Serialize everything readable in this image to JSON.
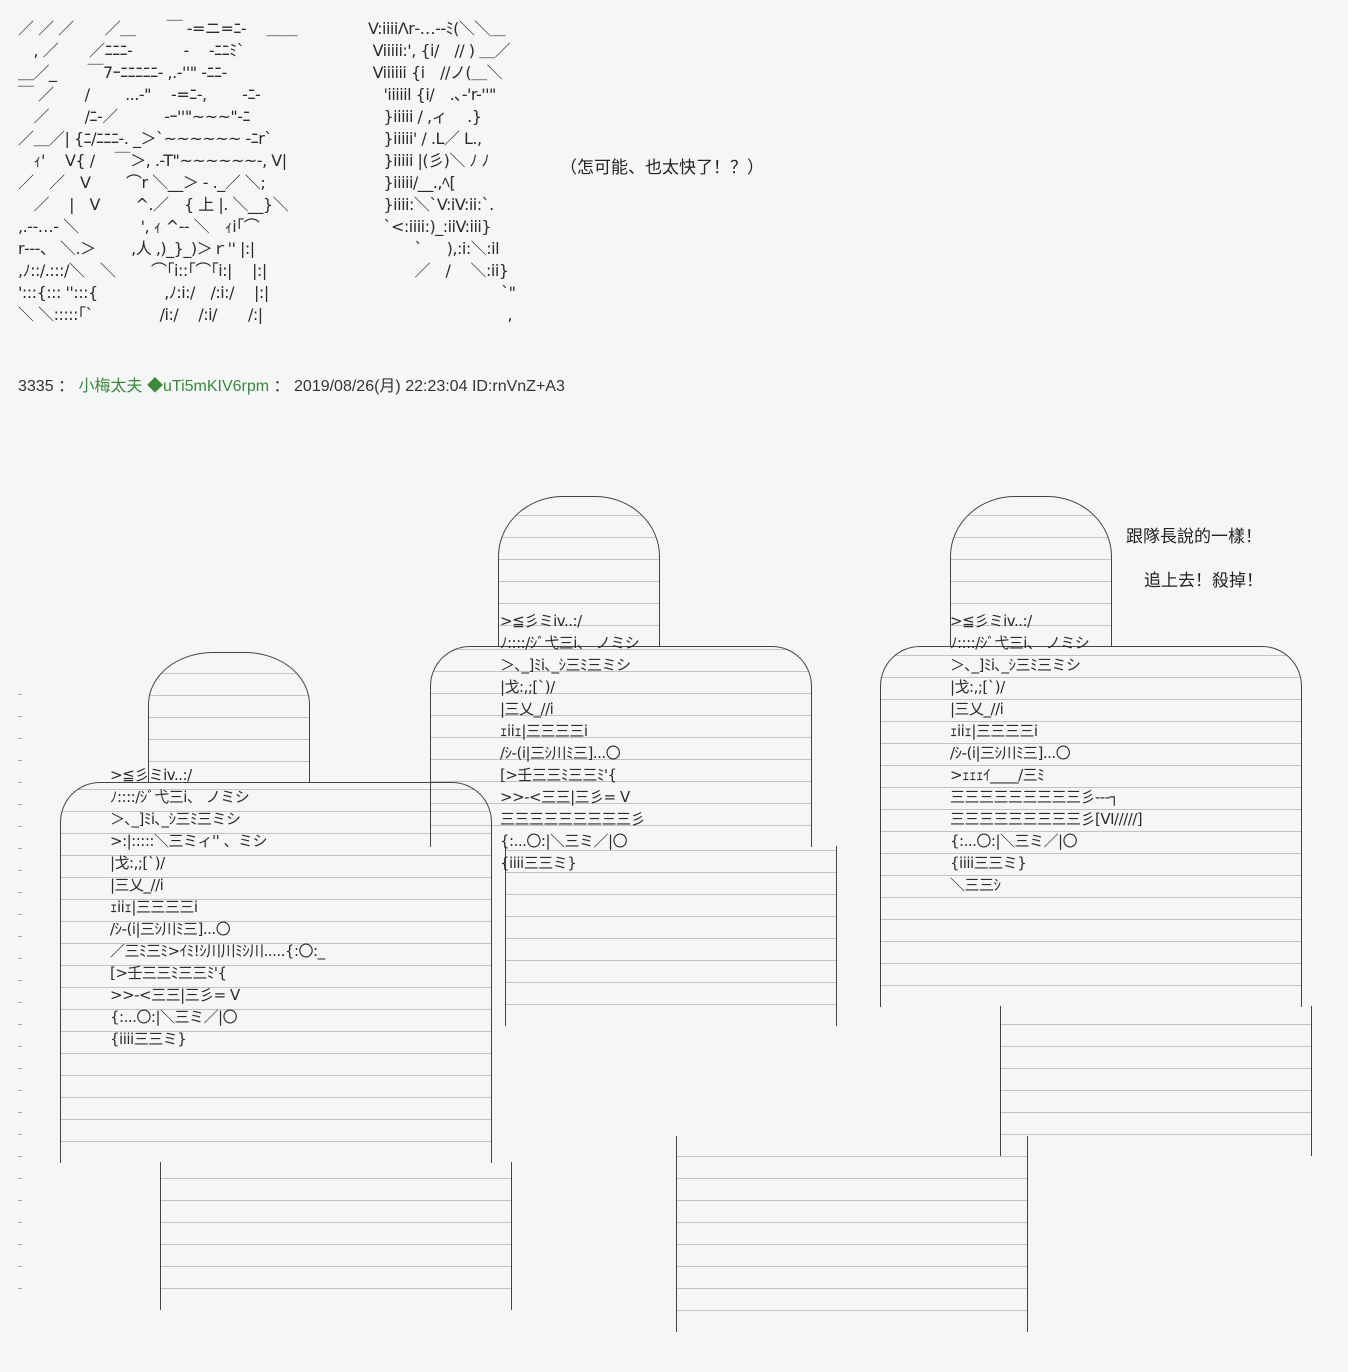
{
  "aa_top_left": [
    "／ ／ ／　　／＿　　￣ -=ニ=ﾆ-　 ＿＿",
    "　, ／　　／ﾆﾆﾆ-　　　 -　 -ﾆﾆﾐ`",
    "＿／_　　￣7ｰﾆﾆﾆﾆﾆ- ,.-''\" -ﾆﾆ-",
    "￣ ／　　/　　 ...-\"　 -=ﾆ-,　　 -ﾆ-",
    "　／　 　/ﾆ-／　　　-ｰ''\"~~~\"-ﾆ",
    "／＿／| {ﾆ/ﾆﾆﾆ-. _＞`~~~~~~ -ﾆr`",
    "　ｨ'　 V{ /　 ￣＞, .-T\"~~~~~~-, V|",
    "／　／　V　　 ⌒r ＼__＞ - ._／ ＼;",
    "　／　 |　V　　 ^.／　{ 上 |. ＼__}＼",
    ",.-‐…- ＼　　　　', ｨ ^-‐ ＼　ｨi｢⌒",
    "r‐‐-、 ＼.＞　　 ,人 ,)_}_)＞ｒ'' |:|",
    ",ﾉ::/.:::/＼　＼　　 ⌒｢i::｢⌒｢i:|　 |:|",
    "':::{::: '':::{　　　　 ,ﾉ:i:/　/:i:/　 |:|",
    "＼ ＼:::::｢`　　　　 /i:/　 /:i/　　/:|"
  ],
  "aa_top_right": [
    "V:iiiiΛr‐…‐-ﾐ(＼＼＿",
    " Viiiii:', {i/　// ) ＿／",
    " Viiiiii {i　//ノ(＿＼",
    "　'iiiiil {i/　.､-'r-''\"",
    "　}iiiii / ,ィ　 .}",
    "　}iiiii' / .L／ L.,",
    "　}iiiii |(彡)＼ ﾉ ﾉ",
    "　}iiiii/__.,ﾍ[",
    "　}iiii:＼`V:iV:ii:`.",
    "　`<:iiii:)_:iiV:iii}",
    "　　　` 　 ),:i:＼:il",
    "　　　／　/　 ＼:ii}",
    "　　　　　　　　  `\"",
    "　　　　　　　　　,"
  ],
  "speech_top": "（怎可能、也太快了！？）",
  "post": {
    "number": "3335",
    "colon1": "：",
    "name": "小梅太夫",
    "trip": "◆uTi5mKIV6rpm",
    "colon2": "：",
    "date": "2019/08/26(月) 22:23:04",
    "id": "ID:rnVnZ+A3"
  },
  "speech_right_1": "跟隊長說的一樣！",
  "speech_right_2": "追上去！殺掉！",
  "figures": [
    {
      "name": "figure-left",
      "label_lines": [
        ">≦彡ミiv..:/",
        "ﾉ::::/ｼﾞ弋三i、 ノミシ",
        "＞､_]ﾐi､_ｼ三ﾐ三ミシ",
        ">:|:::::＼三ミィ'' 、ミシ",
        "|戈:,;[`)/",
        "|三乂_//i",
        "ｪiiｪ|三三三三i",
        "/ｼ-(i|三ｼ川ﾐ三]...〇",
        "／三ﾐ三ﾐ>ｲﾐ!ｼ川川ﾐｼ川.....{:〇:_",
        "[>壬三三ﾐ三三ﾐ'{",
        ">>-<三三|三彡= V",
        "{:...〇:|＼三ミ／|〇",
        "{iiii三三ミ}"
      ]
    },
    {
      "name": "figure-middle",
      "label_lines": [
        ">≦彡ミiv..:/",
        "ﾉ::::/ｼﾞ弋三i、 ノミシ",
        "＞､_]ﾐi､_ｼ三ﾐ三ミシ",
        "|戈:,;[`)/",
        "|三乂_//i",
        "ｪiiｪ|三三三三i",
        "/ｼ-(i|三ｼ川ﾐ三]...〇",
        "[>壬三三ﾐ三三ﾐ'{",
        ">>-<三三|三彡= V",
        "三三三三三三三三三彡",
        "{:...〇:|＼三ミ／|〇",
        "{iiii三三ミ}"
      ]
    },
    {
      "name": "figure-right",
      "label_lines": [
        ">≦彡ミiv..:/",
        "ﾉ::::/ｼﾞ弋三i、 ノミシ",
        "＞､_]ﾐi､_ｼ三ﾐ三ミシ",
        "|戈:,;[`)/",
        "|三乂_//i",
        "ｪiiｪ|三三三三i",
        "/ｼ-(i|三ｼ川ﾐ三]...〇",
        ">ｪｪｪｲ____/三ﾐ",
        "三三三三三三三三三彡---┐",
        "三三三三三三三三三彡[VI/////]",
        "{:...〇:|＼三ミ／|〇",
        "{iiii三三ミ}",
        "＼三三ｼ"
      ]
    }
  ]
}
